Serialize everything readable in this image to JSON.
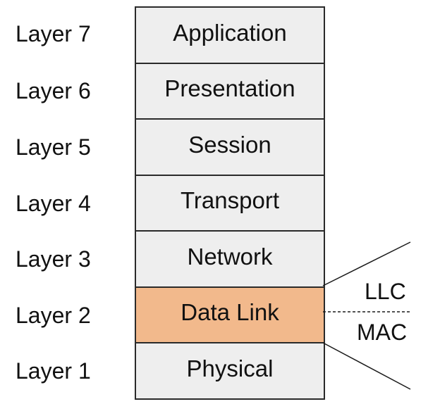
{
  "layer_labels": [
    "Layer 7",
    "Layer 6",
    "Layer 5",
    "Layer 4",
    "Layer 3",
    "Layer 2",
    "Layer 1"
  ],
  "layers": [
    "Application",
    "Presentation",
    "Session",
    "Transport",
    "Network",
    "Data Link",
    "Physical"
  ],
  "sublayers": {
    "upper": "LLC",
    "lower": "MAC"
  },
  "colors": {
    "highlight": "#f2b98c",
    "box": "#eeeeee",
    "border": "#2a2a2a"
  }
}
